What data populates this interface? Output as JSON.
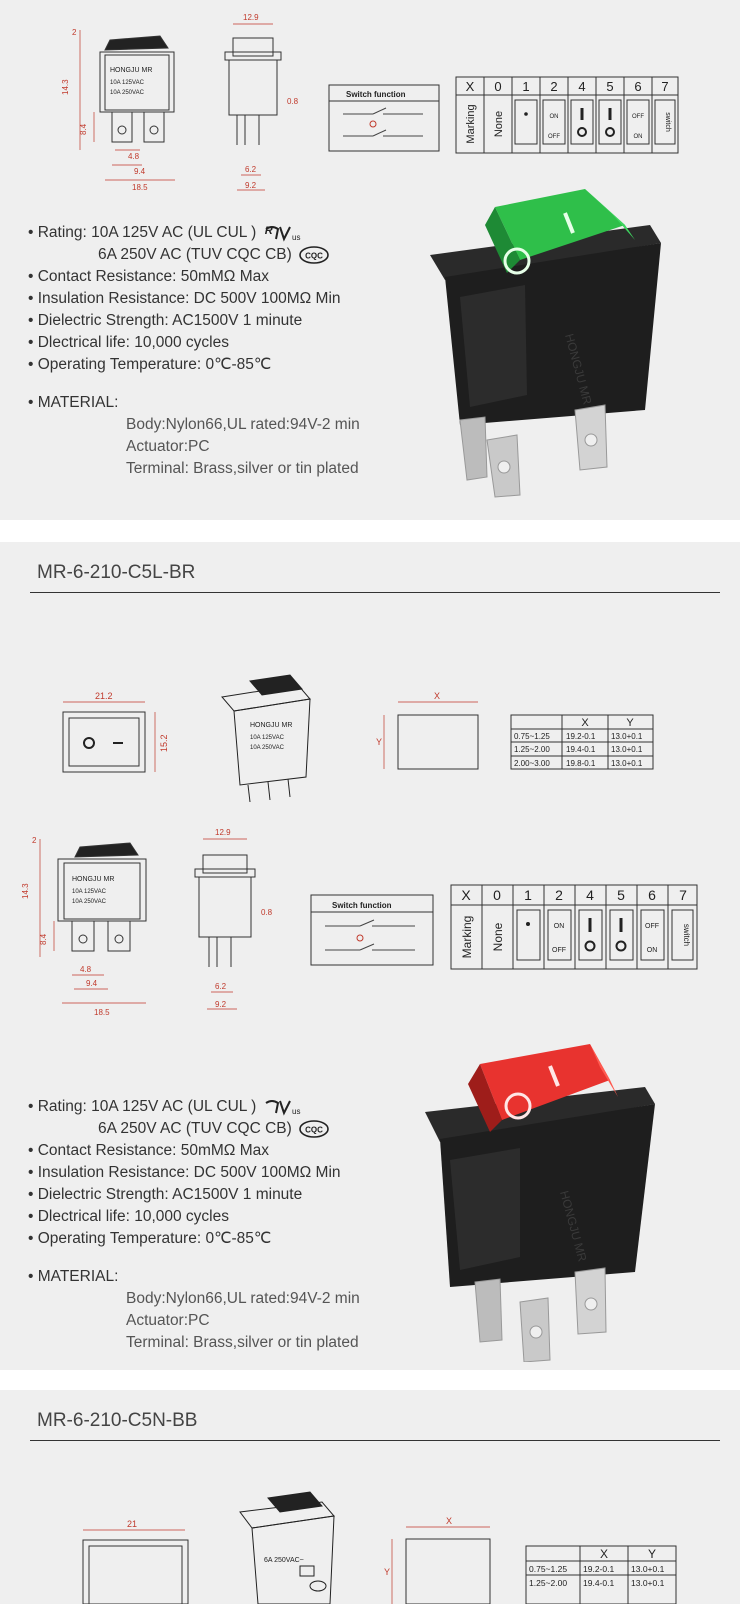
{
  "common": {
    "switch_function": "Switch function",
    "marking_header": [
      "X",
      "0",
      "1",
      "2",
      "4",
      "5",
      "6",
      "7"
    ],
    "marking_row": [
      "Marking",
      "None"
    ],
    "on_label": "ON",
    "off_label": "OFF",
    "switch_label": "switch",
    "brand": "HONGJU  MR",
    "brand_line2": "10A  125VAC",
    "brand_line3": "10A  250VAC",
    "brand_line3_alt": "6A  250VAC~",
    "dims": {
      "d2": "2",
      "d14_3": "14.3",
      "d8_4": "8.4",
      "d4_8": "4.8",
      "d9_4": "9.4",
      "d18_5": "18.5",
      "d12_9": "12.9",
      "d0_8": "0.8",
      "d6_2": "6.2",
      "d9_2": "9.2",
      "d21_2": "21.2",
      "d21": "21",
      "d15_2": "15.2",
      "x": "X",
      "y": "Y"
    },
    "panel_table": {
      "headers": [
        "",
        "X",
        "Y"
      ],
      "rows": [
        [
          "0.75~1.25",
          "19.2-0.1",
          "13.0+0.1"
        ],
        [
          "1.25~2.00",
          "19.4-0.1",
          "13.0+0.1"
        ],
        [
          "2.00~3.00",
          "19.8-0.1",
          "13.0+0.1"
        ]
      ]
    }
  },
  "specs": {
    "rating1": "• Rating: 10A 125V AC (UL CUL )",
    "rating2": "6A 250V AC (TUV CQC CB)",
    "contact": "• Contact Resistance: 50mMΩ Max",
    "insulation": "• Insulation Resistance: DC 500V 100MΩ Min",
    "dielectric": "• Dielectric Strength: AC1500V 1 minute",
    "life": "• Dlectrical life: 10,000 cycles",
    "temp": "• Operating Temperature: 0℃-85℃",
    "material": "• MATERIAL:",
    "body": "Body:Nylon66,UL rated:94V-2 min",
    "actuator": "Actuator:PC",
    "terminal": "Terminal: Brass,silver or tin plated",
    "cqc": "CQC",
    "us": "us"
  },
  "sections": [
    {
      "title": ""
    },
    {
      "title": "MR-6-210-C5L-BR"
    },
    {
      "title": "MR-6-210-C5N-BB"
    }
  ],
  "colors": {
    "green": "#2fbf4a",
    "red": "#e8332f",
    "body": "#1e1e1e",
    "line": "#c0392b"
  }
}
